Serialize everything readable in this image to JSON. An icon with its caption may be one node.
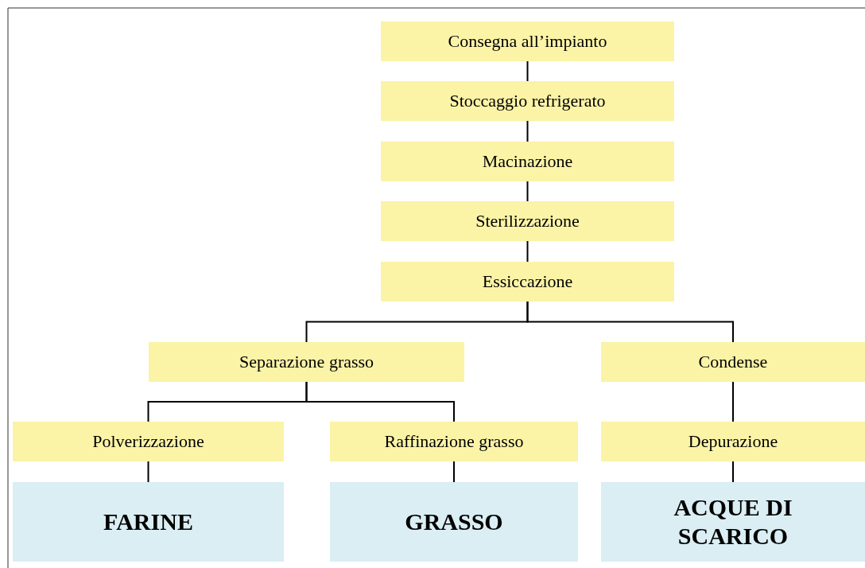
{
  "diagram": {
    "nodes": [
      {
        "text": [
          "Consegna all’impianto"
        ]
      },
      {
        "text": [
          "Stoccaggio refrigerato"
        ]
      },
      {
        "text": [
          "Macinazione"
        ]
      },
      {
        "text": [
          "Sterilizzazione"
        ]
      },
      {
        "text": [
          "Essiccazione"
        ]
      },
      {
        "text": [
          "Separazione grasso"
        ]
      },
      {
        "text": [
          "Condense"
        ]
      },
      {
        "text": [
          "Polverizzazione"
        ]
      },
      {
        "text": [
          "Raffinazione grasso"
        ]
      },
      {
        "text": [
          "Depurazione"
        ]
      },
      {
        "text": [
          "FARINE"
        ]
      },
      {
        "text": [
          "GRASSO"
        ]
      },
      {
        "text": [
          "ACQUE DI SCARICO"
        ]
      }
    ],
    "edges": [
      {
        "from": 0,
        "to": 1,
        "arrow": "none"
      },
      {
        "from": 1,
        "to": 2,
        "arrow": "none"
      },
      {
        "from": 2,
        "to": 3,
        "arrow": "none"
      },
      {
        "from": 3,
        "to": 4,
        "arrow": "none"
      },
      {
        "from": 4,
        "to": 5,
        "arrow": "none"
      },
      {
        "from": 4,
        "to": 6,
        "arrow": "none"
      },
      {
        "from": 5,
        "to": 7,
        "arrow": "none"
      },
      {
        "from": 5,
        "to": 8,
        "arrow": "none"
      },
      {
        "from": 6,
        "to": 9,
        "arrow": "none"
      },
      {
        "from": 7,
        "to": 10,
        "arrow": "none"
      },
      {
        "from": 8,
        "to": 11,
        "arrow": "none"
      },
      {
        "from": 9,
        "to": 12,
        "arrow": "none"
      }
    ]
  }
}
